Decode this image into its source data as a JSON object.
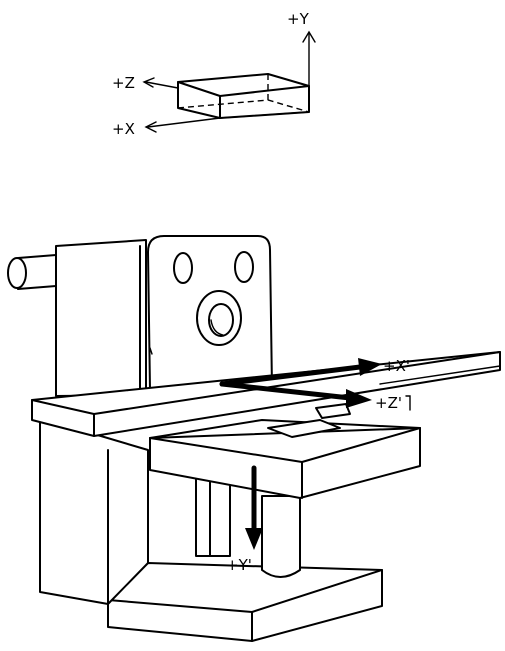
{
  "axes_reference": {
    "y_label": "+Y",
    "z_label": "+Z",
    "x_label": "+X"
  },
  "machine_axes": {
    "x_label": "+X'",
    "z_label": "+Z'",
    "y_label": "+Y'"
  }
}
